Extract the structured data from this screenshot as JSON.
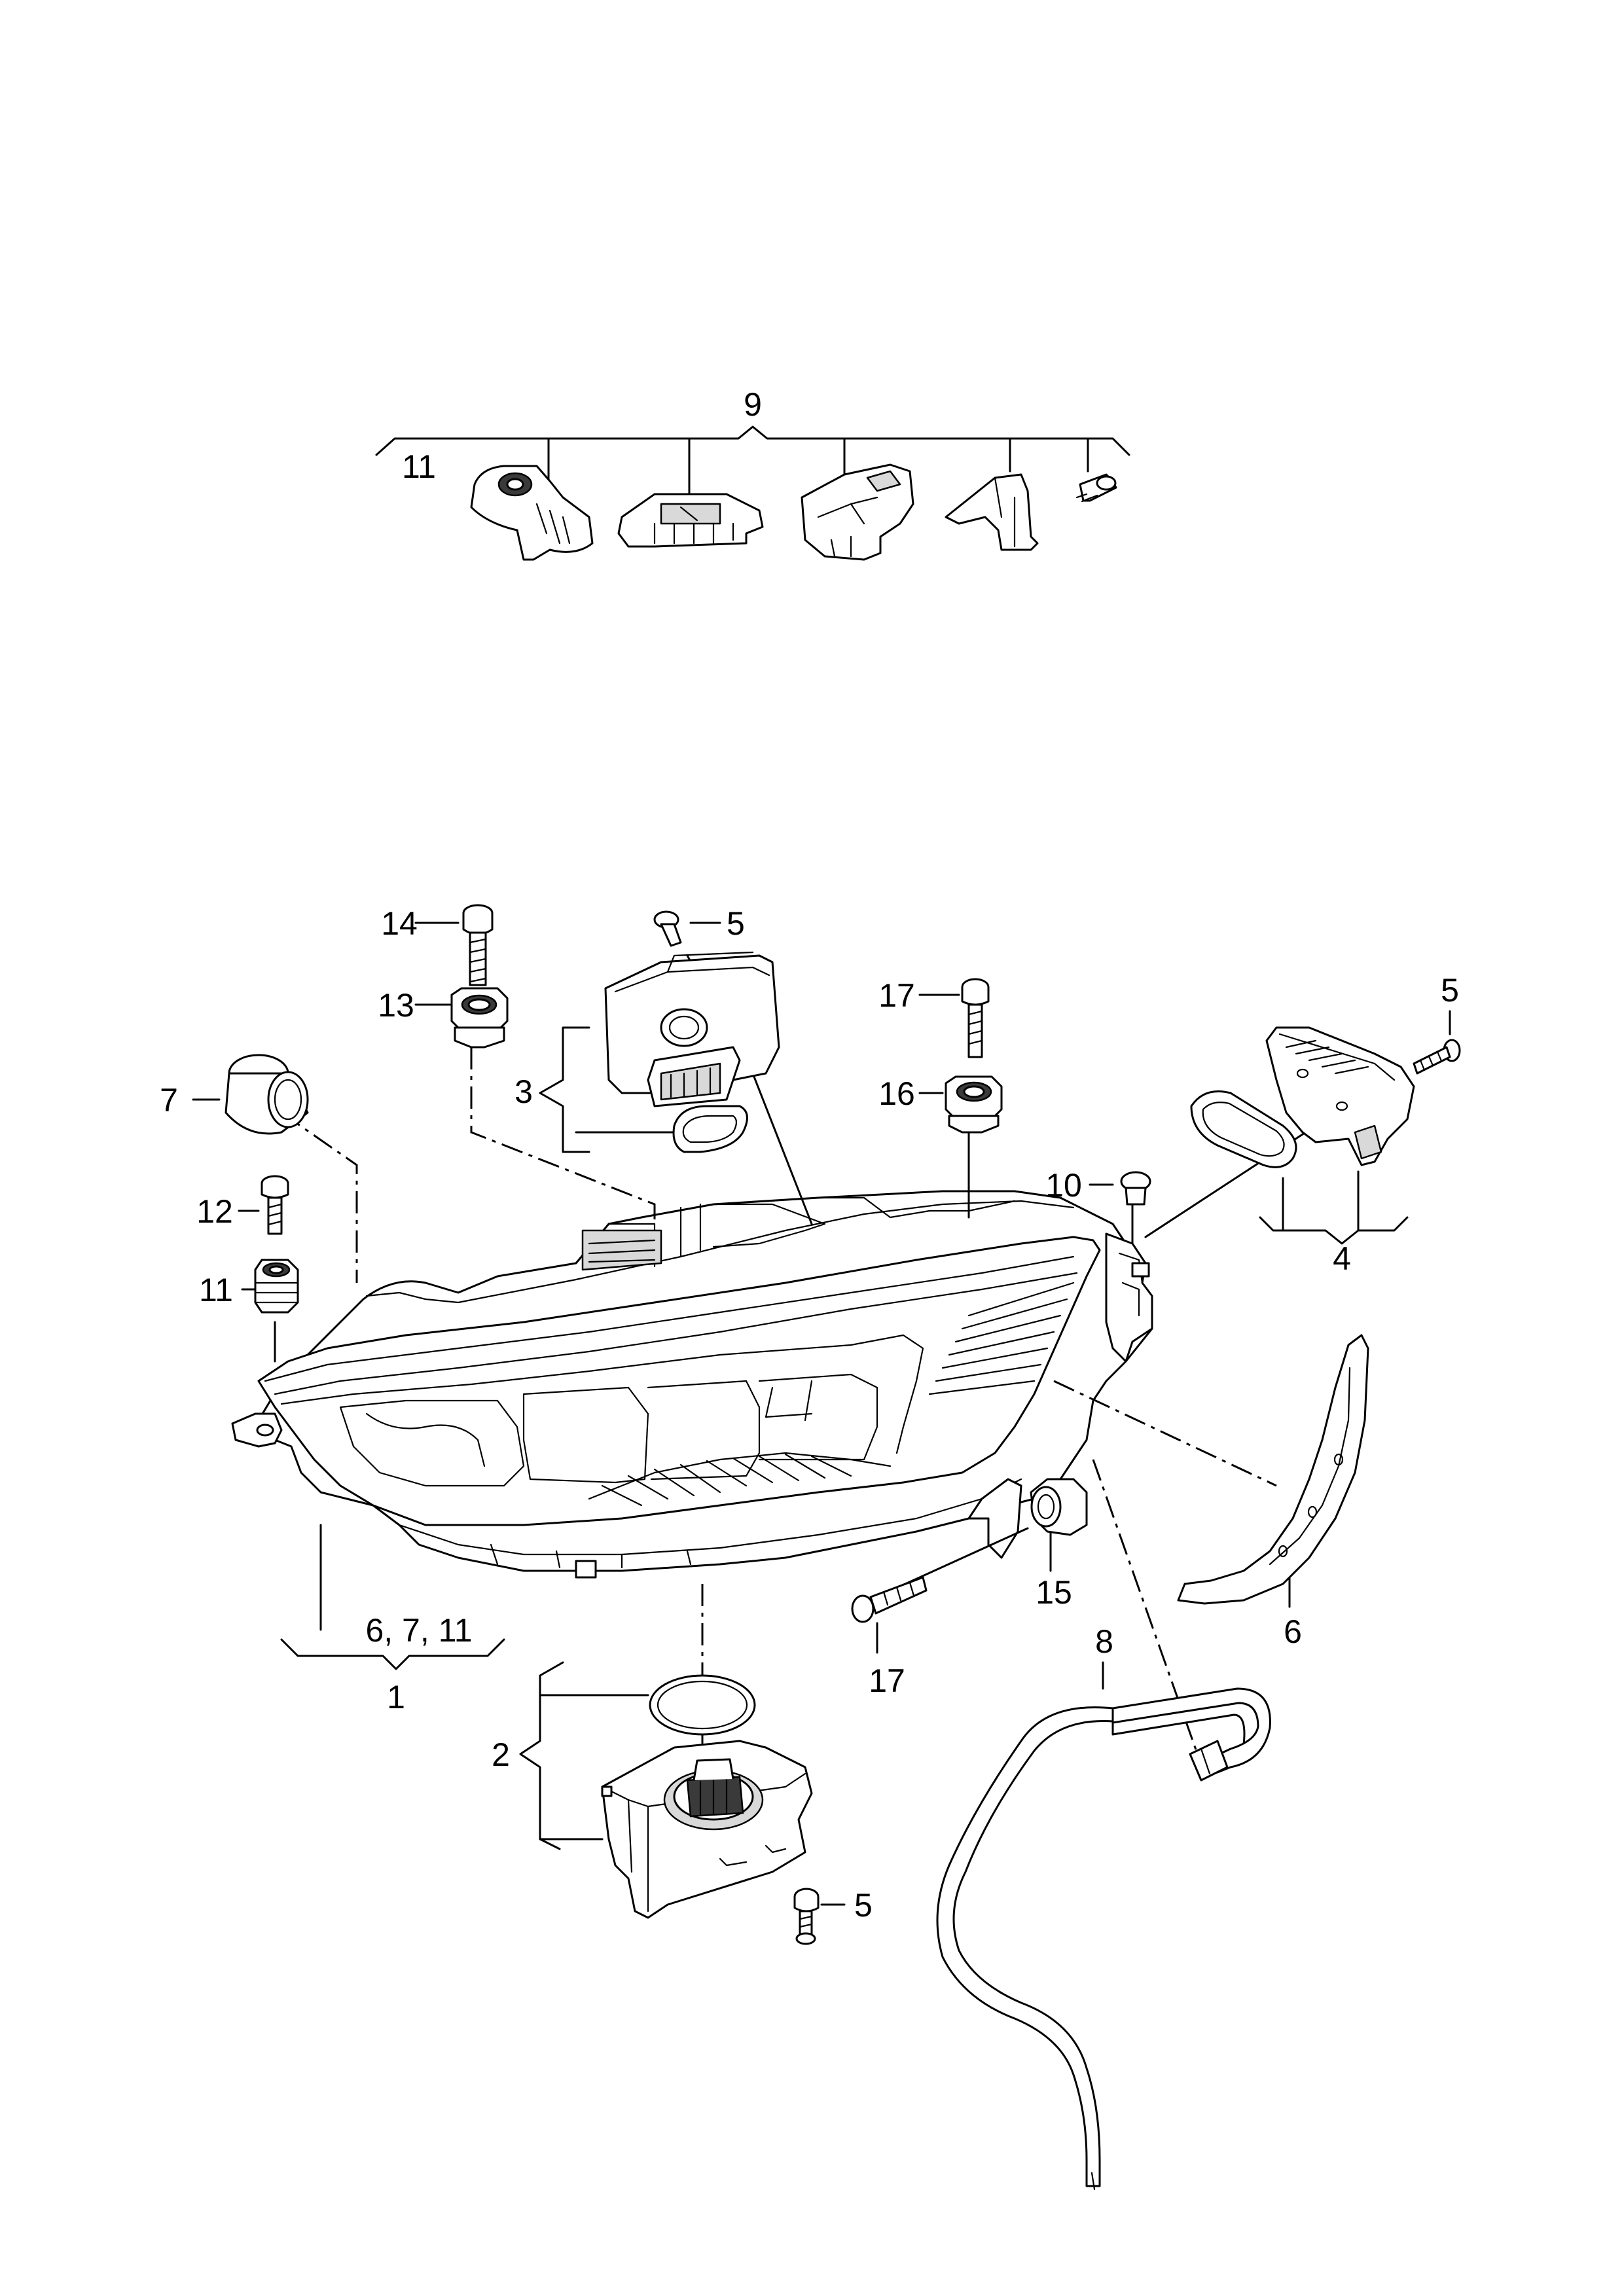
{
  "callouts": {
    "c1": "1",
    "c2": "2",
    "c3": "3",
    "c4": "4",
    "c5a": "5",
    "c5b": "5",
    "c5c": "5",
    "c6": "6",
    "c6_7_11": "6, 7, 11",
    "c7": "7",
    "c8": "8",
    "c9": "9",
    "c10": "10",
    "c11a": "11",
    "c11b": "11",
    "c12": "12",
    "c13": "13",
    "c14": "14",
    "c15": "15",
    "c16": "16",
    "c17a": "17",
    "c17b": "17"
  }
}
